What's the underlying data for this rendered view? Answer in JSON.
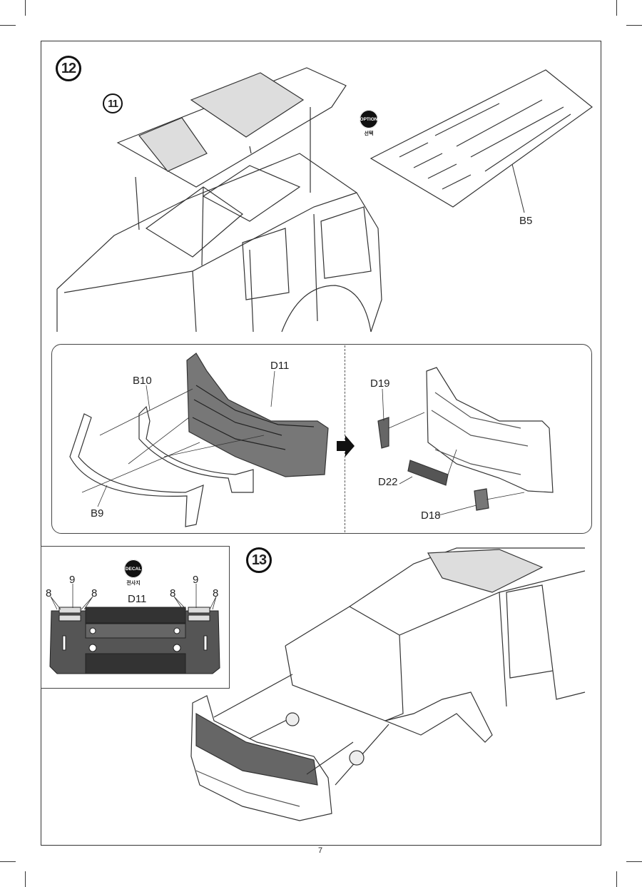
{
  "steps": {
    "step12": "12",
    "step11_ref": "11",
    "step13": "13"
  },
  "badges": {
    "option": {
      "label": "OPTION",
      "sub": "선택"
    },
    "decal": {
      "label": "DECAL",
      "sub": "전사지"
    }
  },
  "parts": {
    "b5": "B5",
    "b10": "B10",
    "d11": "D11",
    "b9": "B9",
    "d19": "D19",
    "d22": "D22",
    "d18": "D18"
  },
  "decal_inset": {
    "part": "D11",
    "decals": [
      "8",
      "9",
      "8",
      "8",
      "9",
      "8"
    ]
  },
  "page_number": "7"
}
